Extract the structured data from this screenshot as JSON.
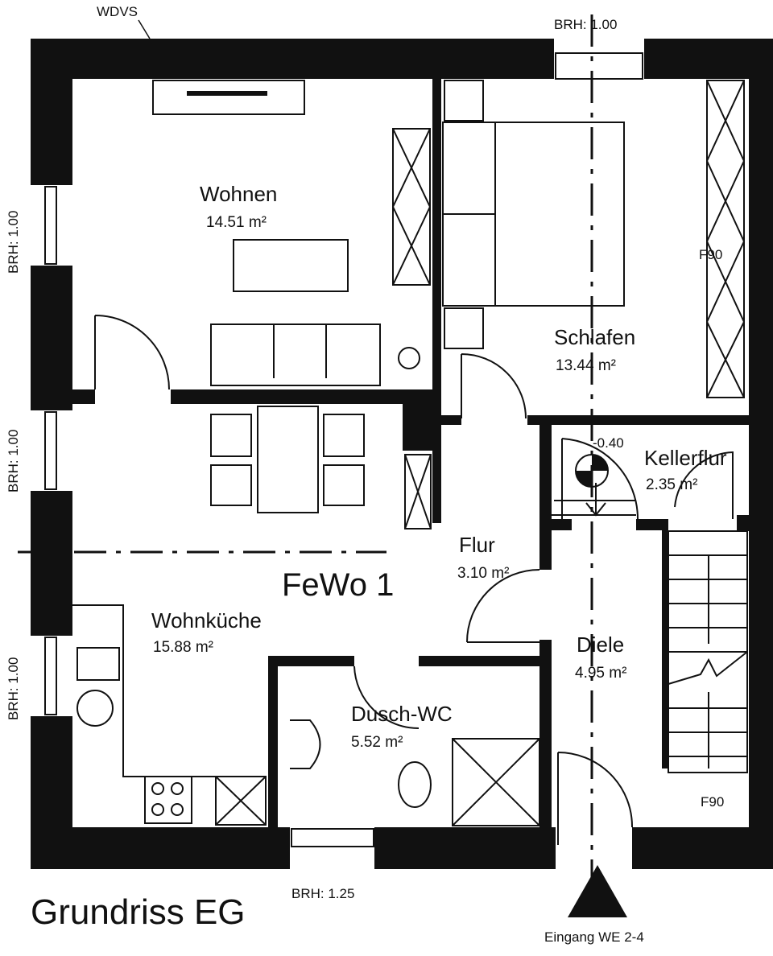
{
  "plan": {
    "title": "Grundriss EG",
    "unit_label": "FeWo 1",
    "rooms": [
      {
        "name": "Wohnen",
        "area": "14.51 m²"
      },
      {
        "name": "Schlafen",
        "area": "13.44 m²"
      },
      {
        "name": "Kellerflur",
        "area": "2.35 m²"
      },
      {
        "name": "Flur",
        "area": "3.10 m²"
      },
      {
        "name": "Wohnküche",
        "area": "15.88 m²"
      },
      {
        "name": "Diele",
        "area": "4.95 m²"
      },
      {
        "name": "Dusch-WC",
        "area": "5.52 m²"
      }
    ],
    "annotations": {
      "wdvs": "WDVS",
      "brh_top": "BRH: 1.00",
      "brh_left_1": "BRH: 1.00",
      "brh_left_2": "BRH: 1.00",
      "brh_left_3": "BRH: 1.00",
      "brh_bottom": "BRH: 1.25",
      "f90_top": "F90",
      "f90_bottom": "F90",
      "level": "-0.40",
      "entrance": "Eingang WE 2-4"
    }
  }
}
